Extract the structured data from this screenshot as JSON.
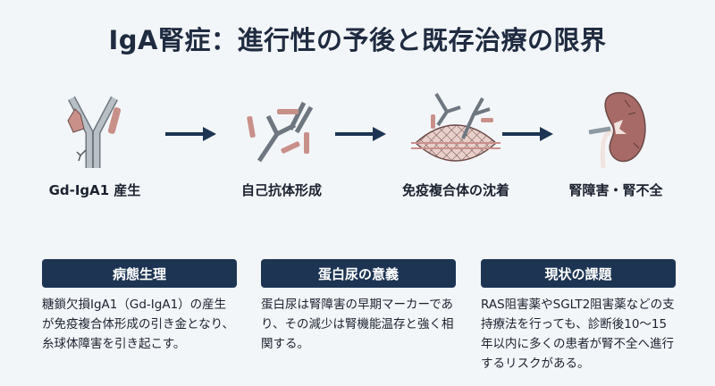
{
  "title": "IgA腎症：進行性の予後と既存治療の限界",
  "steps": [
    {
      "label": "Gd-IgA1 産生",
      "icon": "antibody-icon"
    },
    {
      "label": "自己抗体形成",
      "icon": "autoantibodies-icon"
    },
    {
      "label": "免疫複合体の沈着",
      "icon": "immune-complex-deposit-icon"
    },
    {
      "label": "腎障害・腎不全",
      "icon": "kidney-icon"
    }
  ],
  "cards": [
    {
      "title": "病態生理",
      "text": "糖鎖欠損IgA1（Gd-IgA1）の産生が免疫複合体形成の引き金となり、糸球体障害を引き起こす。"
    },
    {
      "title": "蛋白尿の意義",
      "text": "蛋白尿は腎障害の早期マーカーであり、その減少は腎機能温存と強く相関する。"
    },
    {
      "title": "現状の課題",
      "text": "RAS阻害薬やSGLT2阻害薬などの支持療法を行っても、診断後10〜15年以内に多くの患者が腎不全へ進行するリスクがある。"
    }
  ],
  "colors": {
    "navy": "#1d3553",
    "pink": "#c9908a",
    "gray": "#9aa4ad"
  }
}
